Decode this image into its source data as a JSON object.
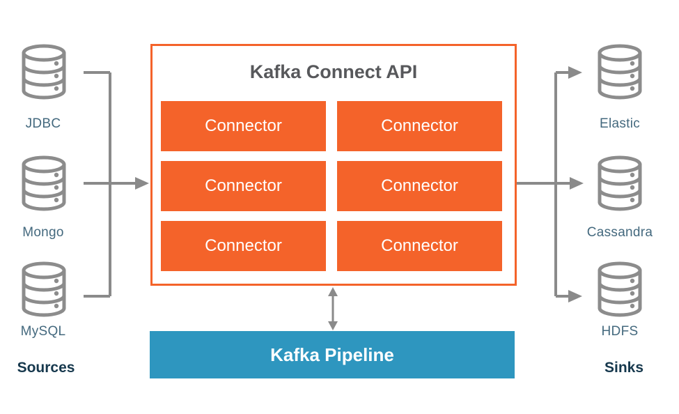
{
  "sources": {
    "heading": "Sources",
    "items": [
      {
        "label": "JDBC",
        "icon": "database-icon"
      },
      {
        "label": "Mongo",
        "icon": "database-icon"
      },
      {
        "label": "MySQL",
        "icon": "database-icon"
      }
    ]
  },
  "connect_box": {
    "title": "Kafka Connect API",
    "connectors": [
      "Connector",
      "Connector",
      "Connector",
      "Connector",
      "Connector",
      "Connector"
    ]
  },
  "pipeline": {
    "label": "Kafka Pipeline"
  },
  "sinks": {
    "heading": "Sinks",
    "items": [
      {
        "label": "Elastic",
        "icon": "database-icon"
      },
      {
        "label": "Cassandra",
        "icon": "database-icon"
      },
      {
        "label": "HDFS",
        "icon": "database-icon"
      }
    ]
  },
  "colors": {
    "accent_orange": "#F4632A",
    "pipeline_blue": "#2E96BF",
    "line_gray": "#8A8A8A",
    "title_gray": "#57585B",
    "label_slate": "#44697E",
    "heading_navy": "#16384D"
  }
}
